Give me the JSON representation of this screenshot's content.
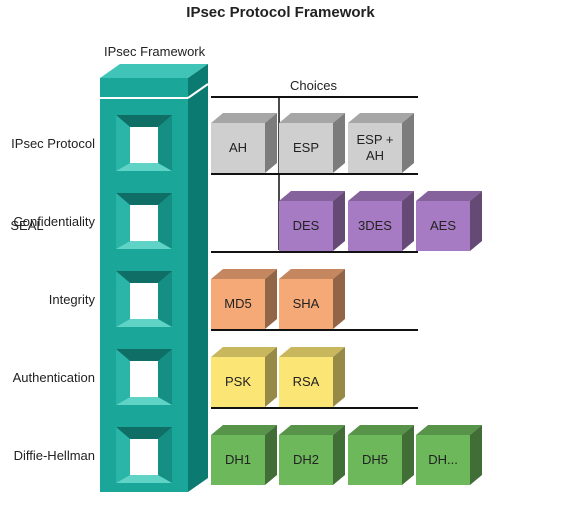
{
  "title": "IPsec Protocol Framework",
  "framework_label": "IPsec Framework",
  "choices_label": "Choices",
  "rows": [
    {
      "label": "IPsec Protocol",
      "color": "#cfcfcf",
      "choices": [
        "AH",
        "ESP",
        "ESP +\nAH"
      ]
    },
    {
      "label": "Confidentiality",
      "color": "#a77bc3",
      "choices": [
        "DES",
        "3DES",
        "AES",
        "SEAL"
      ]
    },
    {
      "label": "Integrity",
      "color": "#f5a977",
      "choices": [
        "MD5",
        "SHA"
      ]
    },
    {
      "label": "Authentication",
      "color": "#fbe574",
      "choices": [
        "PSK",
        "RSA"
      ]
    },
    {
      "label": "Diffie-Hellman",
      "color": "#6db85b",
      "choices": [
        "DH1",
        "DH2",
        "DH5",
        "DH..."
      ]
    }
  ],
  "colors": {
    "framework_front": "#1aa79a",
    "framework_side": "#0b7a70",
    "framework_top": "#3fc4b7",
    "divider": "#111111"
  }
}
